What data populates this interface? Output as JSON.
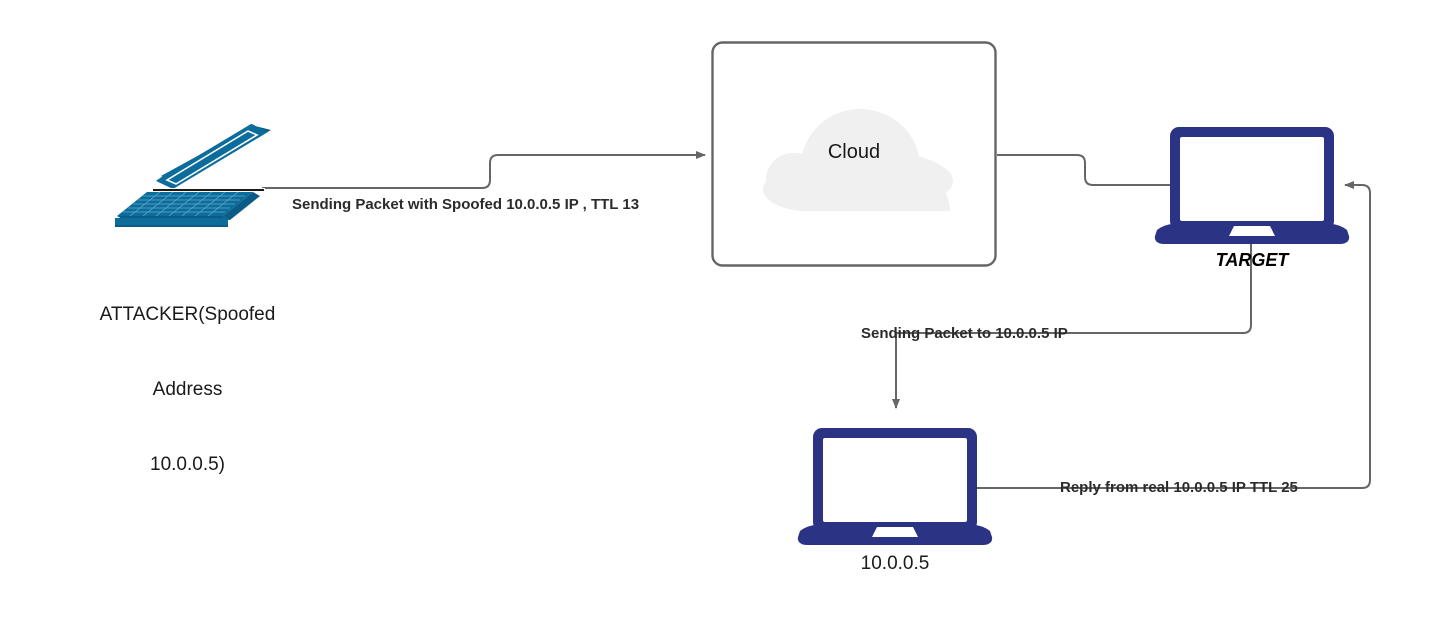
{
  "diagram": {
    "title": "IP Spoofing Attack Flow",
    "background": "#ffffff",
    "wire_color": "#666666",
    "attacker_color": "#0c6c9c",
    "attacker_shade": "#0a5c86",
    "laptop_color": "#2b3385",
    "cloud_fill": "#f0f0f0",
    "box_border": "#666666"
  },
  "nodes": {
    "attacker": {
      "icon": "laptop-isometric-icon",
      "label_line1": "ATTACKER(Spoofed",
      "label_line2": "Address",
      "label_line3": "10.0.0.5)"
    },
    "cloud": {
      "icon": "cloud-icon",
      "label": "Cloud"
    },
    "target": {
      "icon": "laptop-icon",
      "label": "TARGET"
    },
    "victim": {
      "icon": "laptop-icon",
      "label": "10.0.0.5"
    }
  },
  "edges": {
    "attacker_to_cloud": {
      "label": "Sending Packet with Spoofed 10.0.0.5 IP , TTL 13"
    },
    "cloud_to_target": {
      "label": ""
    },
    "target_to_victim": {
      "label": "Sending Packet to 10.0.0.5 IP"
    },
    "victim_to_target": {
      "label": "Reply from real 10.0.0.5 IP TTL 25"
    }
  }
}
